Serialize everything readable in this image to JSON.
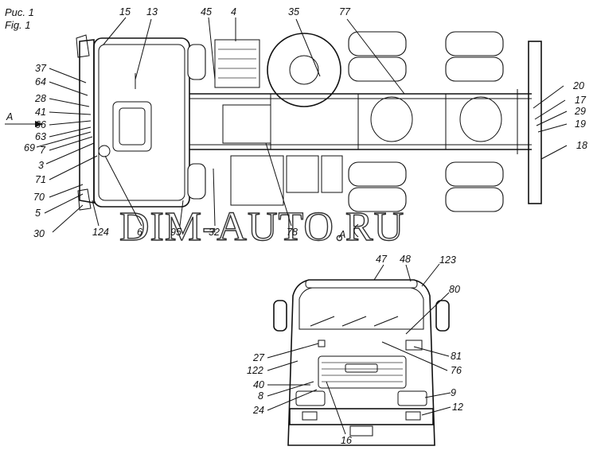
{
  "caption": {
    "line1": "Рис. 1",
    "line2": "Fig. 1"
  },
  "watermark": "DIM-AUTO.RU",
  "view_marker": "A",
  "top_view_labels": [
    {
      "id": "15",
      "text": "15"
    },
    {
      "id": "13",
      "text": "13"
    },
    {
      "id": "45",
      "text": "45"
    },
    {
      "id": "4",
      "text": "4"
    },
    {
      "id": "35",
      "text": "35"
    },
    {
      "id": "77",
      "text": "77"
    },
    {
      "id": "37",
      "text": "37"
    },
    {
      "id": "64",
      "text": "64"
    },
    {
      "id": "28",
      "text": "28"
    },
    {
      "id": "41",
      "text": "41"
    },
    {
      "id": "66",
      "text": "66"
    },
    {
      "id": "63",
      "text": "63"
    },
    {
      "id": "69",
      "text": "69"
    },
    {
      "id": "7",
      "text": "7"
    },
    {
      "id": "3",
      "text": "3"
    },
    {
      "id": "71",
      "text": "71"
    },
    {
      "id": "70",
      "text": "70"
    },
    {
      "id": "5",
      "text": "5"
    },
    {
      "id": "30",
      "text": "30"
    },
    {
      "id": "124",
      "text": "124"
    },
    {
      "id": "6",
      "text": "6"
    },
    {
      "id": "95",
      "text": "95"
    },
    {
      "id": "32",
      "text": "32"
    },
    {
      "id": "78",
      "text": "78"
    },
    {
      "id": "20",
      "text": "20"
    },
    {
      "id": "17",
      "text": "17"
    },
    {
      "id": "29",
      "text": "29"
    },
    {
      "id": "19",
      "text": "19"
    },
    {
      "id": "18",
      "text": "18"
    }
  ],
  "front_view_labels": [
    {
      "id": "47",
      "text": "47"
    },
    {
      "id": "48",
      "text": "48"
    },
    {
      "id": "123",
      "text": "123"
    },
    {
      "id": "80",
      "text": "80"
    },
    {
      "id": "27",
      "text": "27"
    },
    {
      "id": "81",
      "text": "81"
    },
    {
      "id": "122",
      "text": "122"
    },
    {
      "id": "76",
      "text": "76"
    },
    {
      "id": "40",
      "text": "40"
    },
    {
      "id": "8",
      "text": "8"
    },
    {
      "id": "9",
      "text": "9"
    },
    {
      "id": "24",
      "text": "24"
    },
    {
      "id": "12",
      "text": "12"
    },
    {
      "id": "16",
      "text": "16"
    }
  ],
  "colors": {
    "ink": "#111111",
    "background": "#ffffff"
  }
}
